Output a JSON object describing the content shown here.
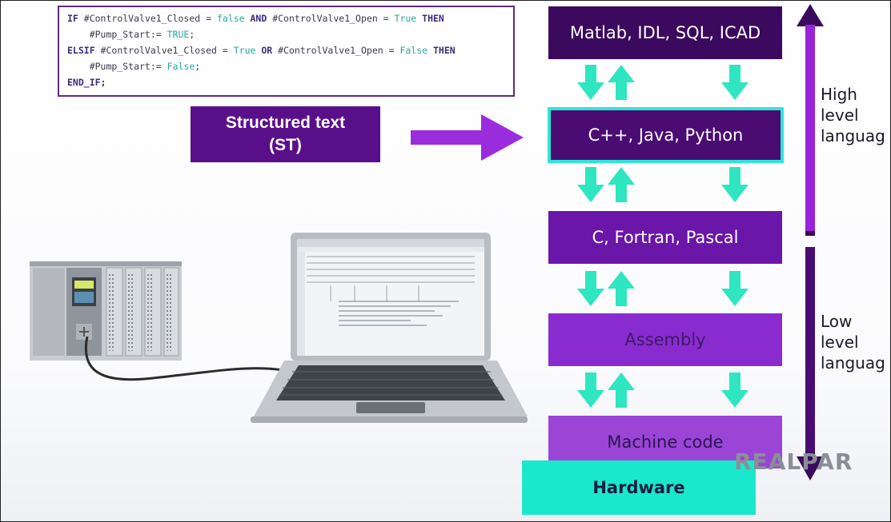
{
  "code": {
    "lines": [
      {
        "parts": [
          {
            "t": "IF ",
            "c": "kw"
          },
          {
            "t": "#ControlValve1_Closed = ",
            "c": "tx"
          },
          {
            "t": "false",
            "c": "val"
          },
          {
            "t": " AND ",
            "c": "kw"
          },
          {
            "t": "#ControlValve1_Open = ",
            "c": "tx"
          },
          {
            "t": "True",
            "c": "val"
          },
          {
            "t": " THEN",
            "c": "kw"
          }
        ]
      },
      {
        "parts": [
          {
            "t": "    #Pump_Start:= ",
            "c": "tx"
          },
          {
            "t": "TRUE",
            "c": "val"
          },
          {
            "t": ";",
            "c": "tx"
          }
        ]
      },
      {
        "parts": [
          {
            "t": "ELSIF ",
            "c": "kw"
          },
          {
            "t": "#ControlValve1_Closed = ",
            "c": "tx"
          },
          {
            "t": "True",
            "c": "val"
          },
          {
            "t": " OR ",
            "c": "kw"
          },
          {
            "t": "#ControlValve1_Open = ",
            "c": "tx"
          },
          {
            "t": "False",
            "c": "val"
          },
          {
            "t": " THEN",
            "c": "kw"
          }
        ]
      },
      {
        "parts": [
          {
            "t": "    #Pump_Start:= ",
            "c": "tx"
          },
          {
            "t": "False",
            "c": "val"
          },
          {
            "t": ";",
            "c": "tx"
          }
        ]
      },
      {
        "parts": [
          {
            "t": "END_IF;",
            "c": "kw"
          }
        ]
      }
    ]
  },
  "structured_text": {
    "line1": "Structured text",
    "line2": "(ST)"
  },
  "languages": [
    {
      "label": "Matlab, IDL, SQL, ICAD"
    },
    {
      "label": "C++, Java, Python"
    },
    {
      "label": "C, Fortran, Pascal"
    },
    {
      "label": "Assembly"
    },
    {
      "label": "Machine code"
    }
  ],
  "hardware": "Hardware",
  "high_level": [
    "High",
    "level",
    "languag"
  ],
  "low_level": [
    "Low",
    "level",
    "languag"
  ],
  "logo": "REALPAR",
  "colors": {
    "deep_purple": "#3b0a5e",
    "purple": "#5a0f8a",
    "mid_purple": "#6a16a8",
    "light_purple": "#8a2bd0",
    "lighter_purple": "#9a45d6",
    "teal": "#1ae8cc",
    "highlight_border": "#2ee6d6"
  }
}
